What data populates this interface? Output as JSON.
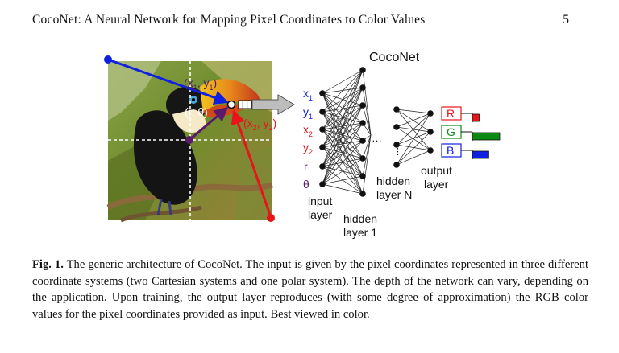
{
  "header": {
    "running_title": "CocoNet: A Neural Network for Mapping Pixel Coordinates to Color Values",
    "page_number": "5"
  },
  "figure": {
    "network_title": "CocoNet",
    "input_labels": [
      "x1",
      "y1",
      "x2",
      "y2",
      "r",
      "θ"
    ],
    "coord_cart1": {
      "open": "(x",
      "sub1": "1",
      "mid": ", y",
      "sub2": "1",
      "close": ")"
    },
    "coord_cart2": {
      "open": "(x",
      "sub1": "2",
      "mid": ", y",
      "sub2": "2",
      "close": ")"
    },
    "coord_polar": "(r, θ)",
    "layer_labels": {
      "input": [
        "input",
        "layer"
      ],
      "hidden1": [
        "hidden",
        "layer 1"
      ],
      "hiddenN": [
        "hidden",
        "layer N"
      ],
      "output": [
        "output",
        "layer"
      ]
    },
    "output_labels": [
      "R",
      "G",
      "B"
    ],
    "output_level": {
      "R": 0.25,
      "G": 1.0,
      "B": 0.6
    },
    "colors": {
      "red": "#e8141a",
      "green": "#0a8a12",
      "blue": "#1020e0",
      "purple": "#5a1a6a",
      "arrow_gray": "#bdbdbd"
    }
  },
  "caption": {
    "label": "Fig. 1.",
    "text": "The generic architecture of CocoNet. The input is given by the pixel coordinates represented in three different coordinate systems (two Cartesian systems and one polar system). The depth of the network can vary, depending on the application. Upon training, the output layer reproduces (with some degree of approximation) the RGB color values for the pixel coordinates provided as input. Best viewed in color."
  }
}
